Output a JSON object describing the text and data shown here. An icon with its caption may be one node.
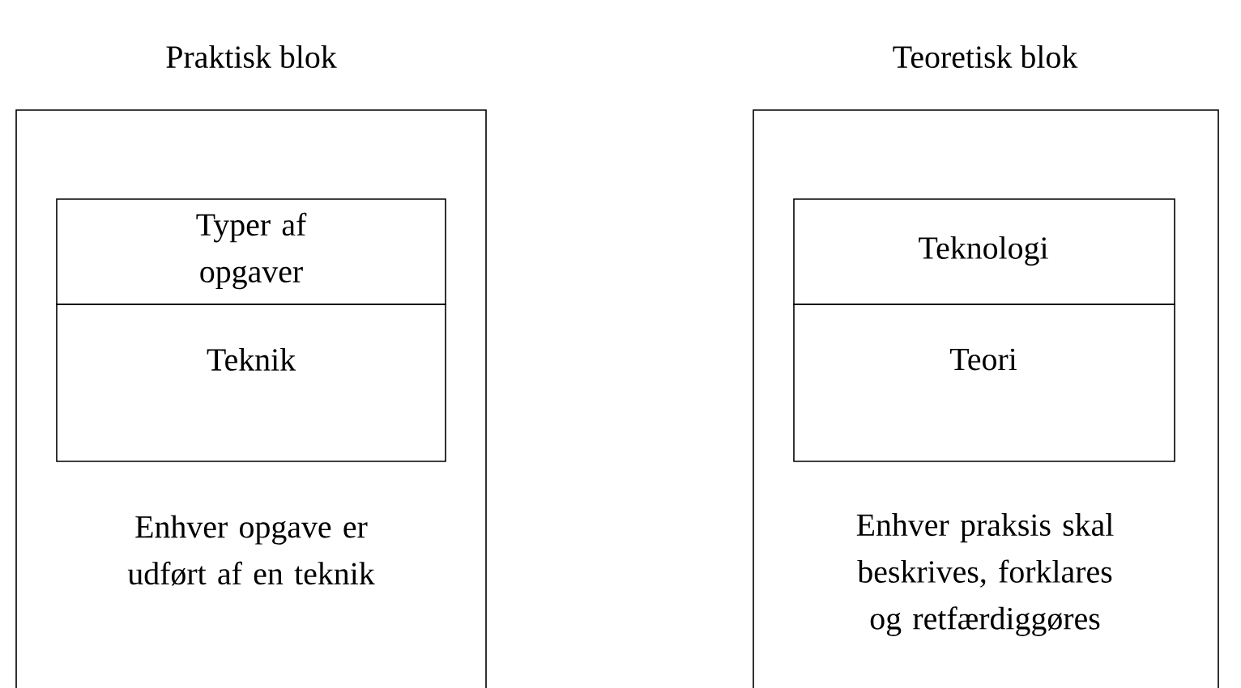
{
  "diagram": {
    "nodes": [
      {
        "text": [
          "Praktisk blok",
          "Enhver opgave er udført af en teknik"
        ]
      },
      {
        "text": [
          "Typer af opgaver"
        ],
        "in": 0
      },
      {
        "text": [
          "Teknik"
        ],
        "in": 0
      },
      {
        "text": [
          "Teoretisk blok",
          "Enhver praksis skal beskrives, forklares og retfærdiggøres"
        ]
      },
      {
        "text": [
          "Teknologi"
        ],
        "in": 3
      },
      {
        "text": [
          "Teori"
        ],
        "in": 3
      }
    ]
  }
}
